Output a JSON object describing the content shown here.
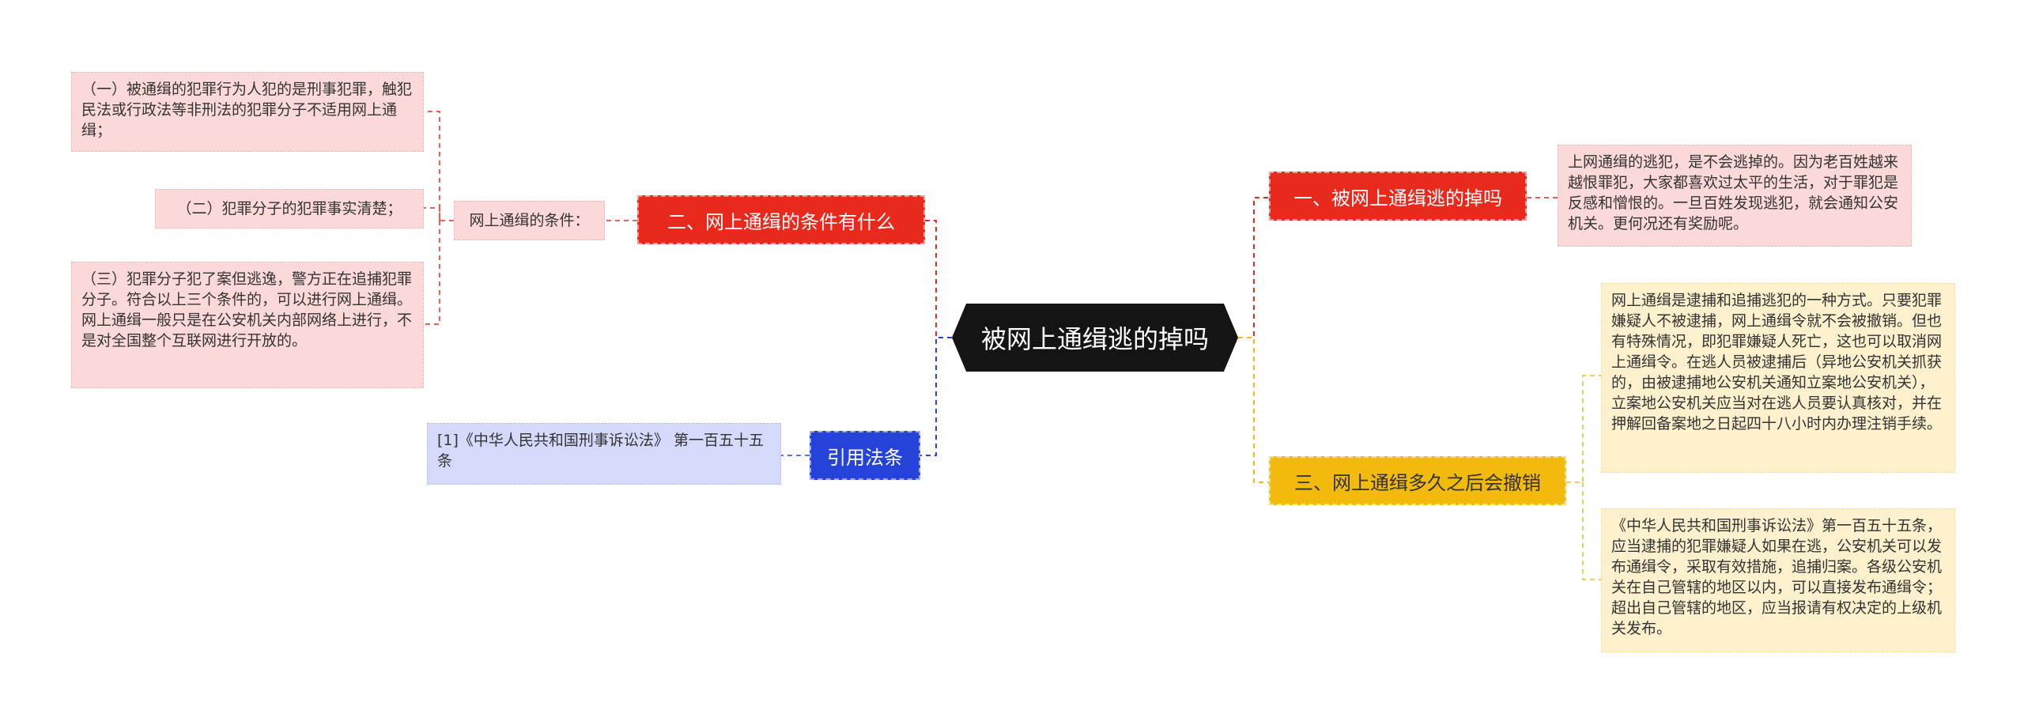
{
  "root": {
    "label": "被网上通缉逃的掉吗"
  },
  "branches": {
    "b1": {
      "label": "一、被网上通缉逃的掉吗",
      "content": "上网通缉的逃犯，是不会逃掉的。因为老百姓越来越恨罪犯，大家都喜欢过太平的生活，对于罪犯是反感和憎恨的。一旦百姓发现逃犯，就会通知公安机关。更何况还有奖励呢。"
    },
    "b2": {
      "label": "二、网上通缉的条件有什么",
      "sub_label": "网上通缉的条件：",
      "items": [
        "（一）被通缉的犯罪行为人犯的是刑事犯罪，触犯民法或行政法等非刑法的犯罪分子不适用网上通缉；",
        "（二）犯罪分子的犯罪事实清楚；",
        "（三）犯罪分子犯了案但逃逸，警方正在追捕犯罪分子。符合以上三个条件的，可以进行网上通缉。网上通缉一般只是在公安机关内部网络上进行，不是对全国整个互联网进行开放的。"
      ]
    },
    "b3": {
      "label": "三、网上通缉多久之后会撤销",
      "items": [
        "网上通缉是逮捕和追捕逃犯的一种方式。只要犯罪嫌疑人不被逮捕，网上通缉令就不会被撤销。但也有特殊情况，即犯罪嫌疑人死亡，这也可以取消网上通缉令。在逃人员被逮捕后（异地公安机关抓获的，由被逮捕地公安机关通知立案地公安机关），立案地公安机关应当对在逃人员要认真核对，并在押解回备案地之日起四十八小时内办理注销手续。",
        "《中华人民共和国刑事诉讼法》第一百五十五条，应当逮捕的犯罪嫌疑人如果在逃，公安机关可以发布通缉令，采取有效措施，追捕归案。各级公安机关在自己管辖的地区以内，可以直接发布通缉令；超出自己管辖的地区，应当报请有权决定的上级机关发布。"
      ]
    },
    "b4": {
      "label": "引用法条",
      "content": "[1]《中华人民共和国刑事诉讼法》 第一百五十五条"
    }
  },
  "colors": {
    "red": "#e8291c",
    "blue": "#2643d9",
    "gold": "#f2ba0c",
    "root": "#141414",
    "pink_leaf": "#fcd9d9",
    "cream_leaf": "#fdf0cc",
    "lavender_leaf": "#d6dafa"
  }
}
